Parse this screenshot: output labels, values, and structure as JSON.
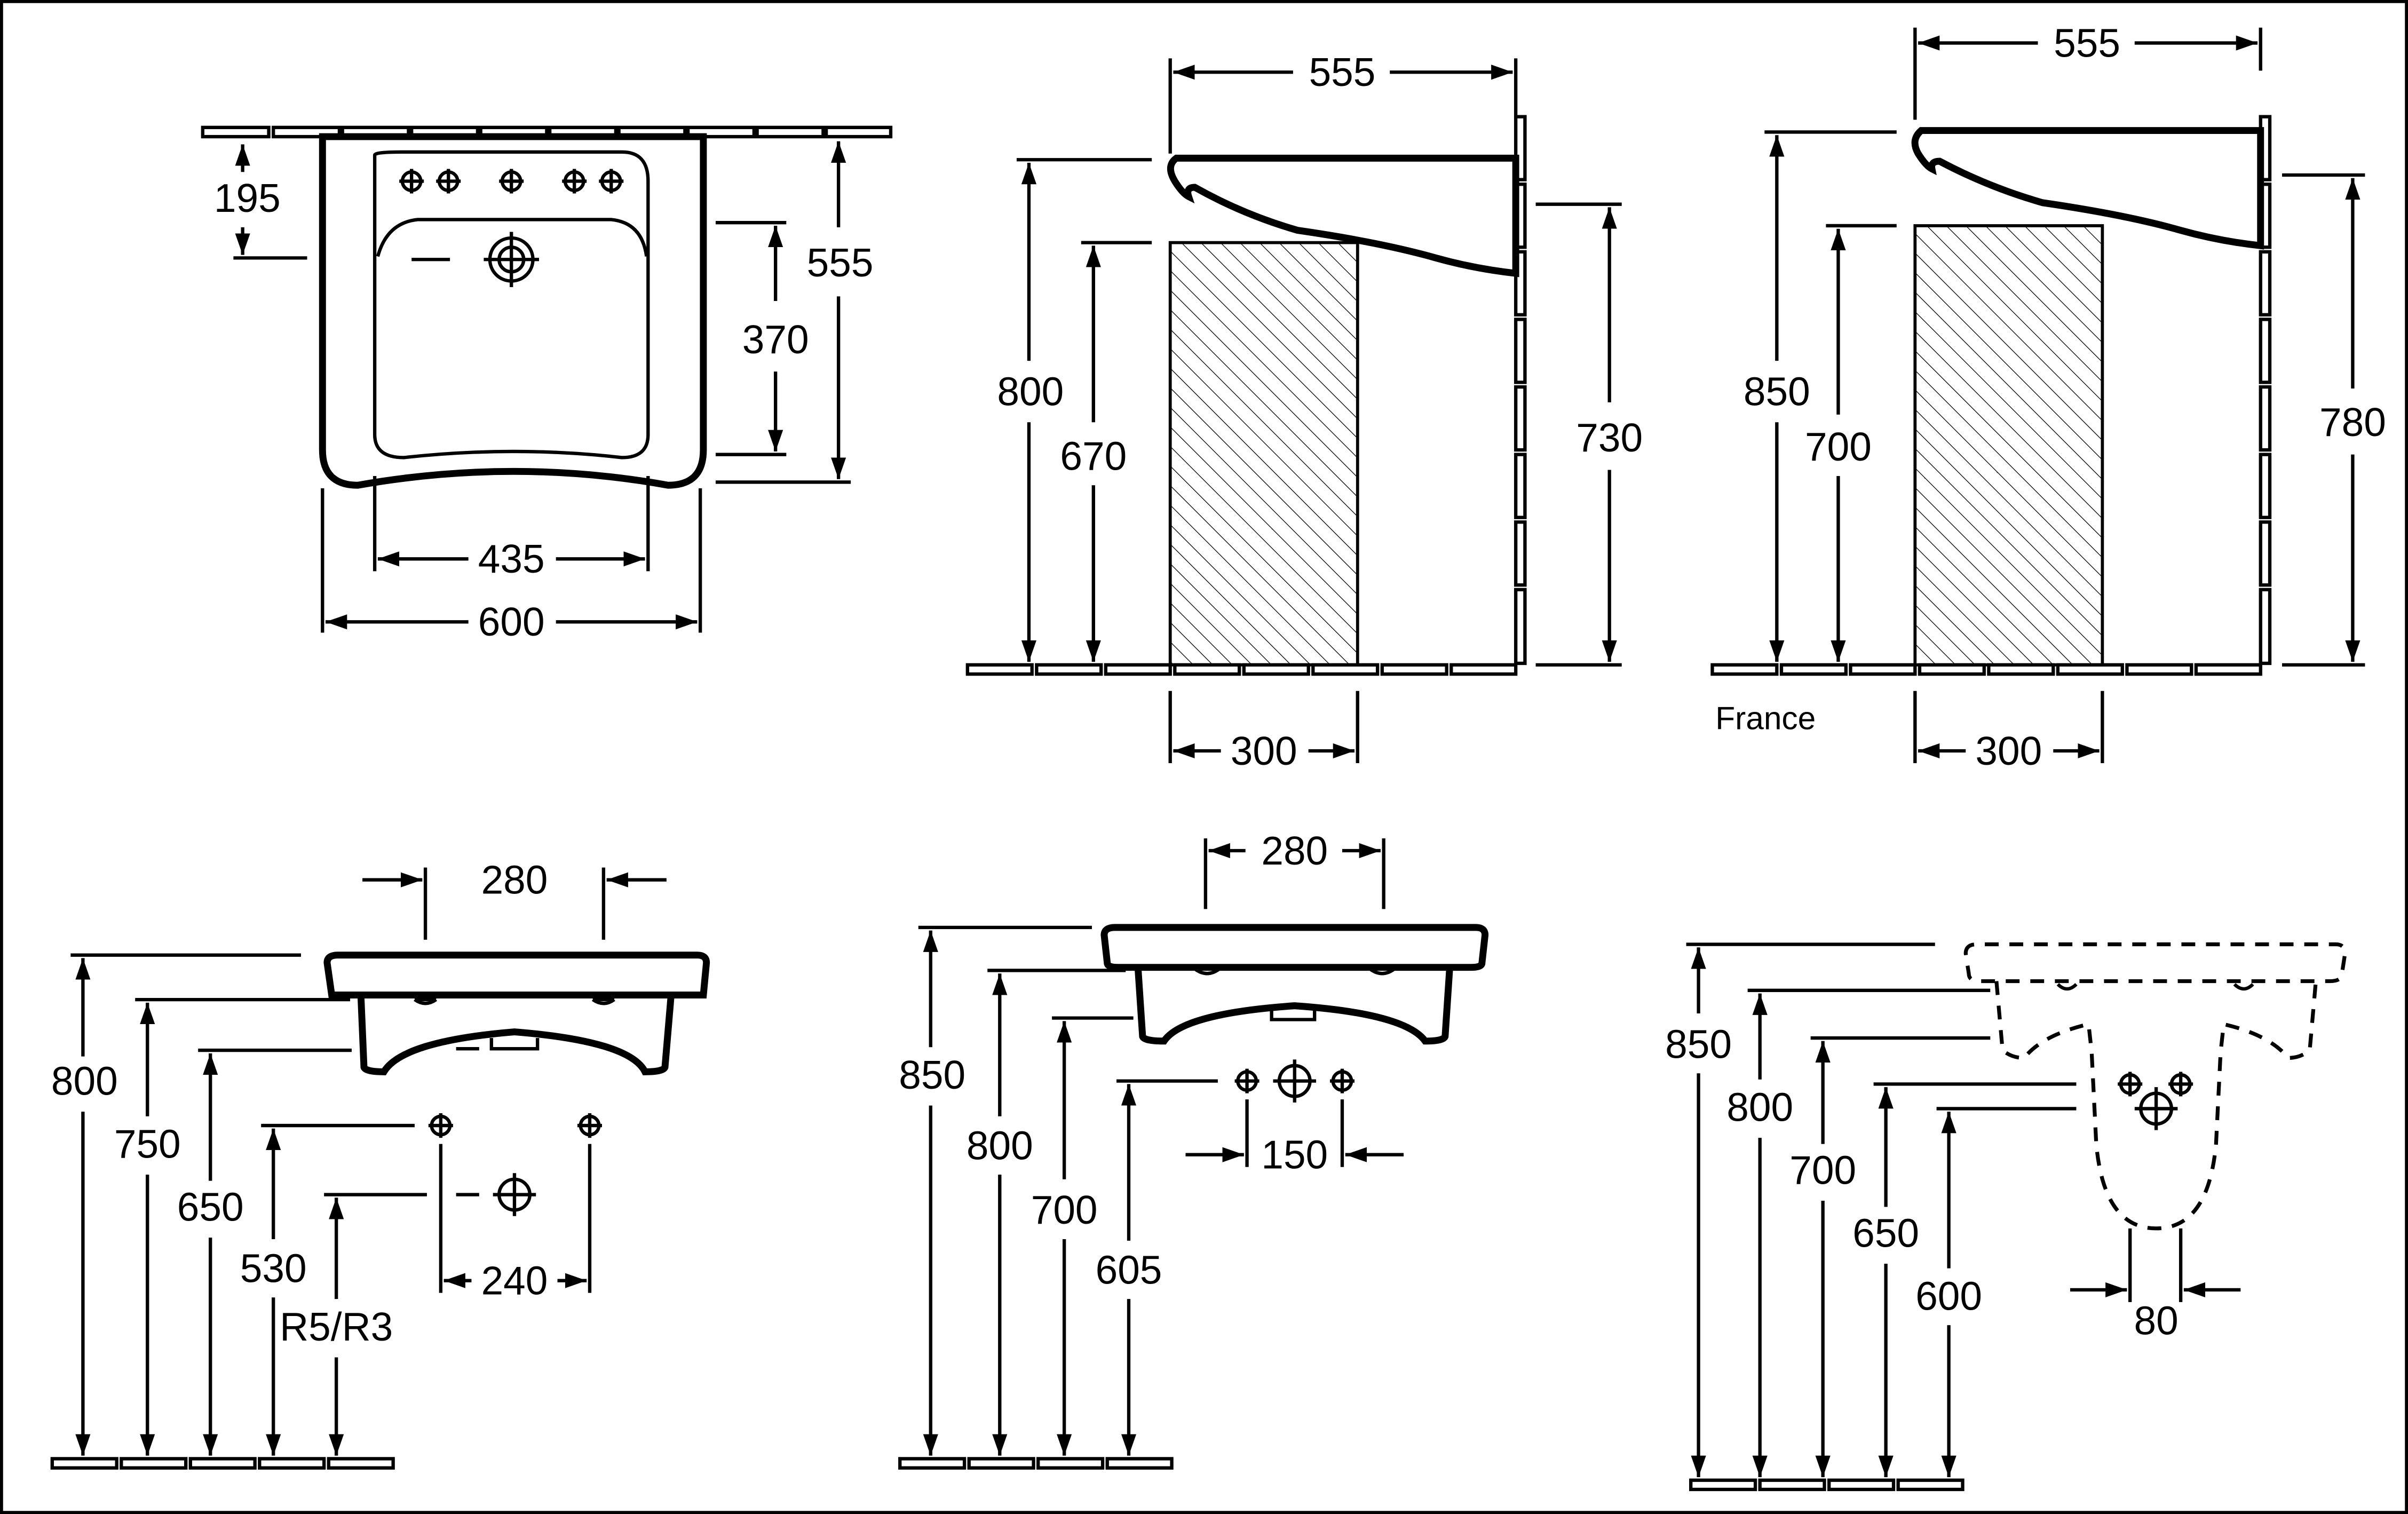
{
  "views": {
    "top_plan": {
      "depth_top": "555",
      "overflow_offset": "195",
      "bowl_depth": "370",
      "bowl_width": "435",
      "overall_width": "600"
    },
    "side_standard": {
      "depth": "555",
      "rim_height": "800",
      "underside_height": "670",
      "bracket_height": "730",
      "pedestal_width": "300"
    },
    "side_france": {
      "label": "France",
      "depth": "555",
      "rim_height": "850",
      "underside_height": "700",
      "bracket_height": "780",
      "pedestal_width": "300"
    },
    "front_800": {
      "width": "280",
      "h1": "800",
      "h2": "750",
      "h3": "650",
      "h4": "530",
      "connection_note": "R5/R3",
      "spacing": "240"
    },
    "front_850": {
      "width": "280",
      "h1": "850",
      "h2": "800",
      "h3": "700",
      "h4": "605",
      "spacing": "150"
    },
    "front_dashed": {
      "h1": "850",
      "h2": "800",
      "h3": "700",
      "h4": "650",
      "h5": "600",
      "spacing": "80"
    }
  }
}
